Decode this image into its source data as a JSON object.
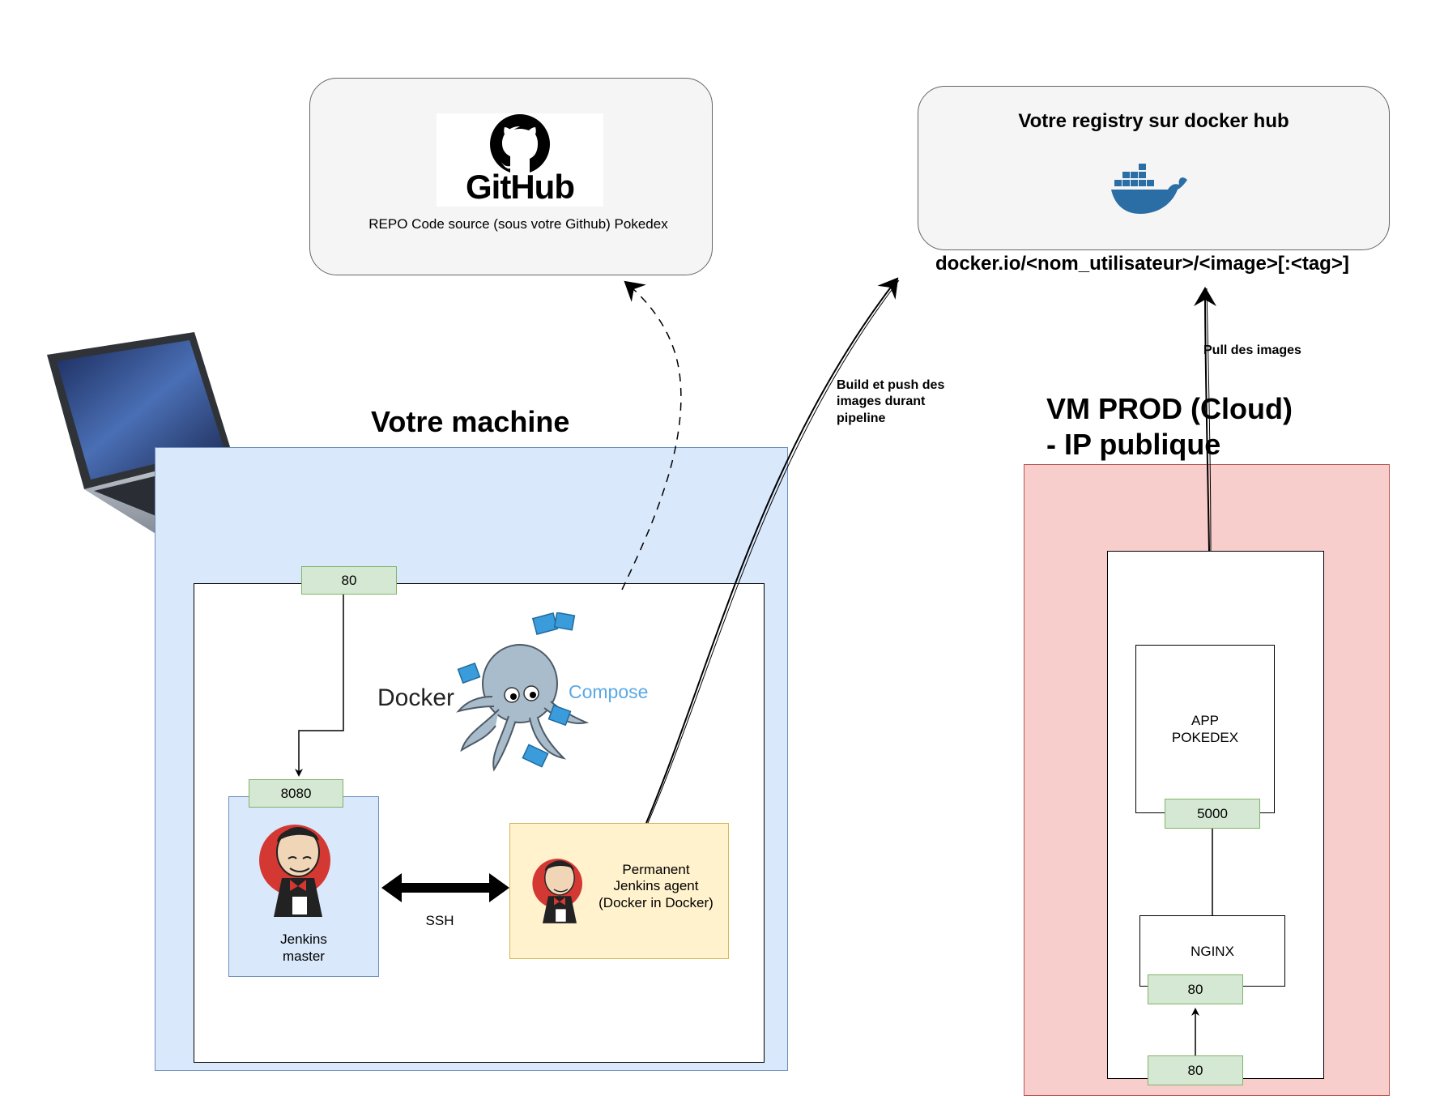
{
  "github": {
    "logo_text": "GitHub",
    "caption": "REPO Code source (sous votre Github) Pokedex"
  },
  "registry": {
    "title": "Votre registry sur docker hub",
    "path": "docker.io/<nom_utilisateur>/<image>[:<tag>]"
  },
  "machine": {
    "title": "Votre machine",
    "port_host": "80",
    "compose_logo": {
      "left": "Docker",
      "right": "Compose"
    },
    "jenkins_master": {
      "port": "8080",
      "label_line1": "Jenkins",
      "label_line2": "master"
    },
    "ssh_label": "SSH",
    "agent": {
      "line1": "Permanent",
      "line2": "Jenkins agent",
      "line3": "(Docker in Docker)"
    }
  },
  "arrows": {
    "build_push": [
      "Build et push des",
      "images durant",
      "pipeline"
    ],
    "pull": "Pull des images"
  },
  "prod": {
    "title_line1": "VM PROD (Cloud)",
    "title_line2": "- IP publique",
    "app": {
      "line1": "APP",
      "line2": "POKEDEX",
      "port": "5000"
    },
    "nginx": {
      "label": "NGINX",
      "port": "80"
    },
    "host_port": "80"
  },
  "colors": {
    "machine_bg": "#dae8fc",
    "machine_border": "#6c8ebf",
    "prod_bg": "#f8cecc",
    "prod_border": "#b85450",
    "port_bg": "#d5e8d4",
    "port_border": "#82b366",
    "agent_bg": "#fff2cc",
    "agent_border": "#d6b656",
    "docker_blue": "#2b6ea6",
    "compose_blue": "#5aa9e6"
  }
}
